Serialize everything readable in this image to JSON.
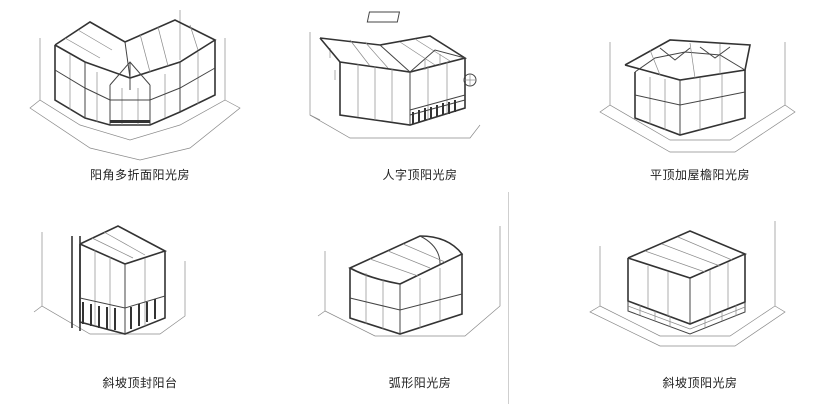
{
  "items": [
    {
      "caption": "阳角多折面阳光房"
    },
    {
      "caption": "人字顶阳光房"
    },
    {
      "caption": "平顶加屋檐阳光房"
    },
    {
      "caption": "斜坡顶封阳台"
    },
    {
      "caption": "弧形阳光房"
    },
    {
      "caption": "斜坡顶阳光房"
    }
  ]
}
